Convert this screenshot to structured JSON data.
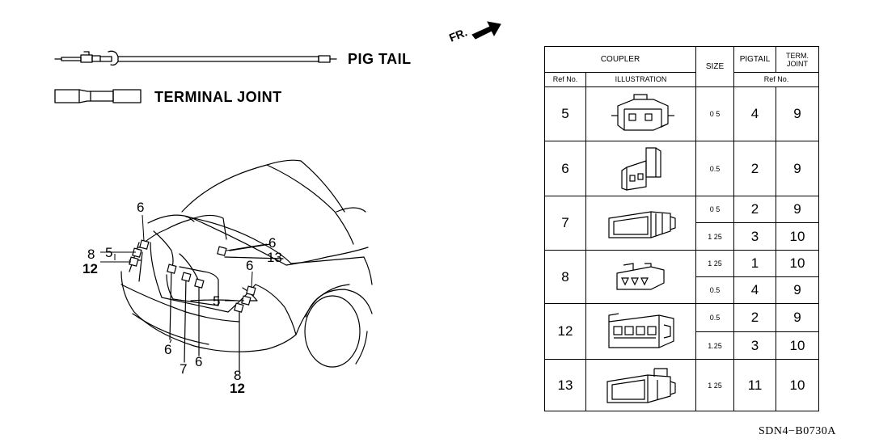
{
  "legend": {
    "pigtail": "PIG TAIL",
    "terminal_joint": "TERMINAL JOINT"
  },
  "front_label": "FR.",
  "callouts": {
    "left_6": "6",
    "left_8": "8",
    "left_5": "5",
    "left_12": "12",
    "mid_6": "6",
    "mid_13": "13",
    "right_6": "6",
    "right_5": "5",
    "bot_6a": "6",
    "bot_7": "7",
    "bot_6b": "6",
    "bot_8": "8",
    "bot_12": "12"
  },
  "table": {
    "headers": {
      "coupler": "COUPLER",
      "size": "SIZE",
      "pigtail": "PIGTAIL",
      "term_joint_1": "TERM.",
      "term_joint_2": "JOINT",
      "ref_no": "Ref No.",
      "illustration": "ILLUSTRATION",
      "ref_no_2": "Ref No."
    },
    "rows": [
      {
        "ref": "5",
        "sizes": [
          {
            "size": "0 5",
            "pigtail": "4",
            "joint": "9"
          }
        ]
      },
      {
        "ref": "6",
        "sizes": [
          {
            "size": "0.5",
            "pigtail": "2",
            "joint": "9"
          }
        ]
      },
      {
        "ref": "7",
        "sizes": [
          {
            "size": "0 5",
            "pigtail": "2",
            "joint": "9"
          },
          {
            "size": "1 25",
            "pigtail": "3",
            "joint": "10"
          }
        ]
      },
      {
        "ref": "8",
        "sizes": [
          {
            "size": "1 25",
            "pigtail": "1",
            "joint": "10"
          },
          {
            "size": "0.5",
            "pigtail": "4",
            "joint": "9"
          }
        ]
      },
      {
        "ref": "12",
        "sizes": [
          {
            "size": "0.5",
            "pigtail": "2",
            "joint": "9"
          },
          {
            "size": "1.25",
            "pigtail": "3",
            "joint": "10"
          }
        ]
      },
      {
        "ref": "13",
        "sizes": [
          {
            "size": "1 25",
            "pigtail": "11",
            "joint": "10"
          }
        ]
      }
    ]
  },
  "diagram_code": "SDN4−B0730A"
}
